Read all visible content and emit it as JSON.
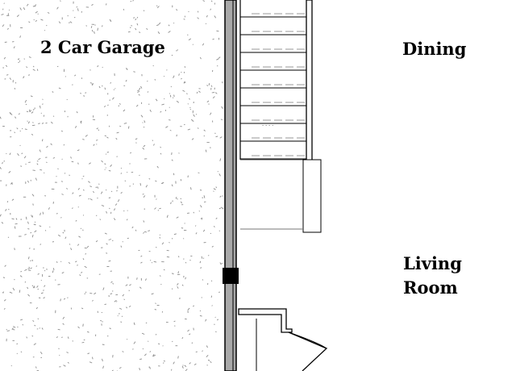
{
  "rooms": {
    "garage": "2 Car Garage",
    "dining": "Dining",
    "living_line1": "Living",
    "living_line2": "Room"
  },
  "colors": {
    "wall_fill": "#a9a9a9",
    "line": "#000000",
    "concrete_speckle": "#8c8c8c",
    "background": "#ffffff"
  }
}
